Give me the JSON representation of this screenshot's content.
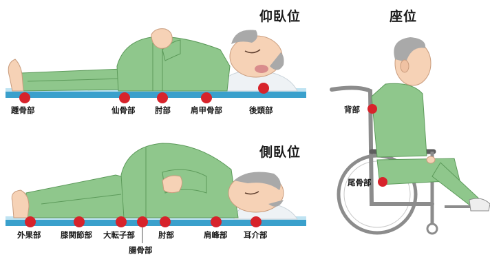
{
  "titles": {
    "supine": "仰臥位",
    "sitting": "座位",
    "lateral": "側臥位"
  },
  "supine_points": [
    "踵骨部",
    "仙骨部",
    "肘部",
    "肩甲骨部",
    "後頭部"
  ],
  "lateral_points": [
    "外果部",
    "膝関節部",
    "大転子部",
    "腸骨部",
    "肘部",
    "肩峰部",
    "耳介部"
  ],
  "sitting_points": [
    "背部",
    "尾骨部"
  ],
  "colors": {
    "pressure_point": "#d7232b",
    "mattress": "#3aa0cc",
    "clothing": "#8fc78c",
    "skin": "#f6d2b6",
    "hair": "#a9a9a9"
  }
}
